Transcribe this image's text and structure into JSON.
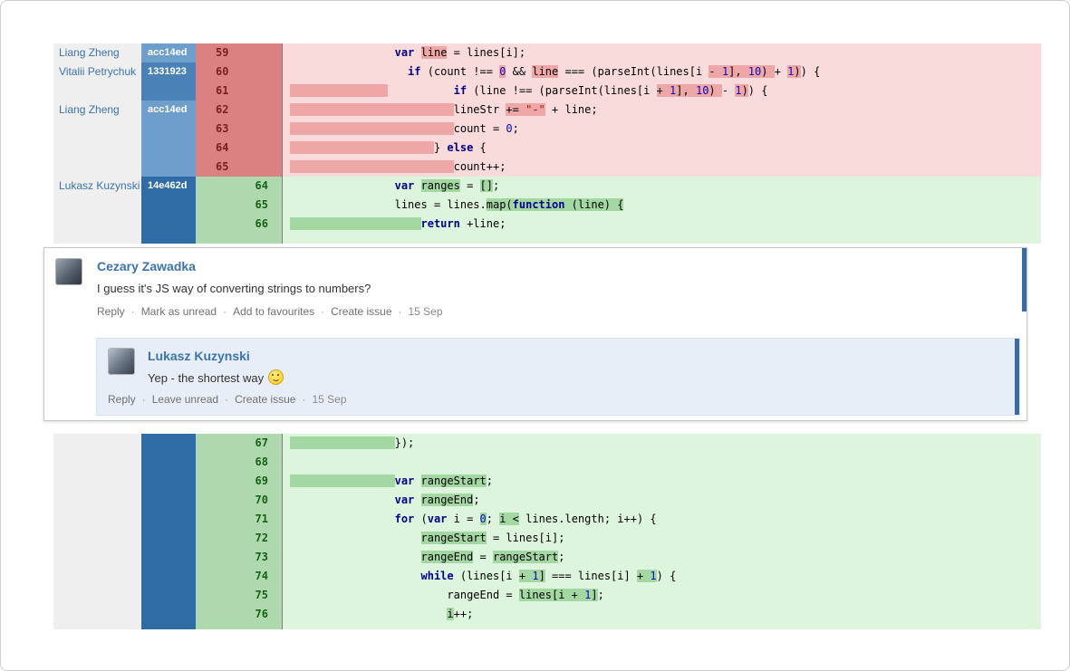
{
  "colors": {
    "removed_bg": "#fadbdb",
    "removed_hl": "#eea6a6",
    "removed_gutter": "#dc8181",
    "removed_num": "#7c1f1f",
    "added_bg": "#ddf4dd",
    "added_hl": "#a3d8a3",
    "added_gutter": "#aed9ae",
    "added_num": "#176117",
    "commit_light": "#6e9ecb",
    "commit_mid": "#4a82b8",
    "commit_dark": "#2f6ca6",
    "author_col_bg": "#efefef",
    "link_blue": "#3b73af",
    "keyword": "#00008b",
    "number": "#0a0ac4",
    "string": "#a31515",
    "unread_indicator": "#336ca6",
    "reply_bg": "#e8eef7"
  },
  "diff": {
    "sections": [
      {
        "rows": [
          {
            "author": "Liang Zheng",
            "commit": "acc14ed",
            "shade": "light",
            "kind": "removed",
            "old": "59",
            "new": "",
            "code": [
              {
                "t": "                "
              },
              {
                "t": "var",
                "c": "kw"
              },
              {
                "t": " "
              },
              {
                "t": "line",
                "c": "hl"
              },
              {
                "t": " = lines[i];"
              }
            ]
          },
          {
            "author": "Vitalii Petrychuk",
            "commit": "1331923",
            "shade": "mid",
            "kind": "removed",
            "old": "60",
            "new": "",
            "code": [
              {
                "t": "                  "
              },
              {
                "t": "if",
                "c": "kw"
              },
              {
                "t": " (count !== "
              },
              {
                "t": "0",
                "c": "num hl"
              },
              {
                "t": " && "
              },
              {
                "t": "line",
                "c": "hl"
              },
              {
                "t": " === (parseInt(lines[i "
              },
              {
                "t": "- ",
                "c": "hl"
              },
              {
                "t": "1",
                "c": "num hl"
              },
              {
                "t": "], ",
                "c": "hl"
              },
              {
                "t": "10",
                "c": "num hl"
              },
              {
                "t": ") ",
                "c": "hl"
              },
              {
                "t": "+ "
              },
              {
                "t": "1",
                "c": "num hl"
              },
              {
                "t": ")",
                "c": "hl"
              },
              {
                "t": ") {"
              }
            ]
          },
          {
            "author": "",
            "commit": "",
            "shade": "mid",
            "kind": "removed",
            "old": "61",
            "new": "",
            "code": [
              {
                "t": "               ",
                "c": "hl"
              },
              {
                "t": "          "
              },
              {
                "t": "if",
                "c": "kw"
              },
              {
                "t": " (line !== (parseInt(lines[i "
              },
              {
                "t": "+ ",
                "c": "hl"
              },
              {
                "t": "1",
                "c": "num hl"
              },
              {
                "t": "], ",
                "c": "hl"
              },
              {
                "t": "10",
                "c": "num hl"
              },
              {
                "t": ") ",
                "c": "hl"
              },
              {
                "t": "- "
              },
              {
                "t": "1",
                "c": "num hl"
              },
              {
                "t": ")",
                "c": "hl"
              },
              {
                "t": ") {"
              }
            ]
          },
          {
            "author": "Liang Zheng",
            "commit": "acc14ed",
            "shade": "light",
            "kind": "removed",
            "old": "62",
            "new": "",
            "code": [
              {
                "t": "                         ",
                "c": "hl"
              },
              {
                "t": "lineStr "
              },
              {
                "t": "+= ",
                "c": "hl"
              },
              {
                "t": "\"-\"",
                "c": "str hl"
              },
              {
                "t": " + line;"
              }
            ]
          },
          {
            "author": "",
            "commit": "",
            "shade": "light",
            "kind": "removed",
            "old": "63",
            "new": "",
            "code": [
              {
                "t": "                         ",
                "c": "hl"
              },
              {
                "t": "count = "
              },
              {
                "t": "0",
                "c": "num"
              },
              {
                "t": ";"
              }
            ]
          },
          {
            "author": "",
            "commit": "",
            "shade": "light",
            "kind": "removed",
            "old": "64",
            "new": "",
            "code": [
              {
                "t": "                      ",
                "c": "hl"
              },
              {
                "t": "} "
              },
              {
                "t": "else",
                "c": "kw"
              },
              {
                "t": " {"
              }
            ]
          },
          {
            "author": "",
            "commit": "",
            "shade": "light",
            "kind": "removed",
            "old": "65",
            "new": "",
            "code": [
              {
                "t": "                         ",
                "c": "hl"
              },
              {
                "t": "count++;"
              }
            ]
          },
          {
            "author": "Lukasz Kuzynski",
            "commit": "14e462d",
            "shade": "dark",
            "kind": "added",
            "old": "",
            "new": "64",
            "code": [
              {
                "t": "                "
              },
              {
                "t": "var",
                "c": "kw"
              },
              {
                "t": " "
              },
              {
                "t": "ranges",
                "c": "hl"
              },
              {
                "t": " = "
              },
              {
                "t": "[]",
                "c": "hl"
              },
              {
                "t": ";"
              }
            ]
          },
          {
            "author": "",
            "commit": "",
            "shade": "dark",
            "kind": "added",
            "old": "",
            "new": "65",
            "code": [
              {
                "t": "                "
              },
              {
                "t": "lines = lines."
              },
              {
                "t": "map(",
                "c": "hl"
              },
              {
                "t": "function",
                "c": "kw hl"
              },
              {
                "t": " (line) {",
                "c": "hl"
              }
            ]
          },
          {
            "author": "",
            "commit": "",
            "shade": "dark",
            "kind": "added",
            "old": "",
            "new": "66",
            "code": [
              {
                "t": "                    ",
                "c": "hl"
              },
              {
                "t": "return",
                "c": "kw"
              },
              {
                "t": " +line;"
              }
            ]
          },
          {
            "author": "",
            "commit": "",
            "shade": "dark",
            "kind": "added",
            "spacer": true,
            "h": 11,
            "old": "",
            "new": "",
            "code": []
          }
        ]
      },
      {
        "rows": [
          {
            "author": "",
            "commit": "",
            "shade": "dark",
            "kind": "added",
            "old": "",
            "new": "67",
            "code": [
              {
                "t": "                ",
                "c": "hl"
              },
              {
                "t": "});"
              }
            ]
          },
          {
            "author": "",
            "commit": "",
            "shade": "dark",
            "kind": "added",
            "old": "",
            "new": "68",
            "code": []
          },
          {
            "author": "",
            "commit": "",
            "shade": "dark",
            "kind": "added",
            "old": "",
            "new": "69",
            "code": [
              {
                "t": "                ",
                "c": "hl"
              },
              {
                "t": "var",
                "c": "kw"
              },
              {
                "t": " "
              },
              {
                "t": "rangeStart",
                "c": "hl"
              },
              {
                "t": ";"
              }
            ]
          },
          {
            "author": "",
            "commit": "",
            "shade": "dark",
            "kind": "added",
            "old": "",
            "new": "70",
            "code": [
              {
                "t": "                "
              },
              {
                "t": "var",
                "c": "kw"
              },
              {
                "t": " "
              },
              {
                "t": "rangeEnd",
                "c": "hl"
              },
              {
                "t": ";"
              }
            ]
          },
          {
            "author": "",
            "commit": "",
            "shade": "dark",
            "kind": "added",
            "old": "",
            "new": "71",
            "code": [
              {
                "t": "                "
              },
              {
                "t": "for",
                "c": "kw"
              },
              {
                "t": " ("
              },
              {
                "t": "var",
                "c": "kw"
              },
              {
                "t": " i = "
              },
              {
                "t": "0",
                "c": "num hl"
              },
              {
                "t": "; "
              },
              {
                "t": "i <",
                "c": "hl"
              },
              {
                "t": " lines.length; i++) {"
              }
            ]
          },
          {
            "author": "",
            "commit": "",
            "shade": "dark",
            "kind": "added",
            "old": "",
            "new": "72",
            "code": [
              {
                "t": "                    "
              },
              {
                "t": "rangeStart",
                "c": "hl"
              },
              {
                "t": " = lines[i];"
              }
            ]
          },
          {
            "author": "",
            "commit": "",
            "shade": "dark",
            "kind": "added",
            "old": "",
            "new": "73",
            "code": [
              {
                "t": "                    "
              },
              {
                "t": "rangeEnd",
                "c": "hl"
              },
              {
                "t": " = "
              },
              {
                "t": "rangeStart",
                "c": "hl"
              },
              {
                "t": ";"
              }
            ]
          },
          {
            "author": "",
            "commit": "",
            "shade": "dark",
            "kind": "added",
            "old": "",
            "new": "74",
            "code": [
              {
                "t": "                    "
              },
              {
                "t": "while",
                "c": "kw"
              },
              {
                "t": " (lines[i "
              },
              {
                "t": "+ ",
                "c": "hl"
              },
              {
                "t": "1",
                "c": "num hl"
              },
              {
                "t": "]",
                "c": "hl"
              },
              {
                "t": " === lines[i] "
              },
              {
                "t": "+ ",
                "c": "hl"
              },
              {
                "t": "1",
                "c": "num hl"
              },
              {
                "t": ") {"
              }
            ]
          },
          {
            "author": "",
            "commit": "",
            "shade": "dark",
            "kind": "added",
            "old": "",
            "new": "75",
            "code": [
              {
                "t": "                        "
              },
              {
                "t": "rangeEnd = "
              },
              {
                "t": "lines[i ",
                "c": "hl"
              },
              {
                "t": "+ ",
                "c": "hl"
              },
              {
                "t": "1",
                "c": "num hl"
              },
              {
                "t": "]",
                "c": "hl"
              },
              {
                "t": ";"
              }
            ]
          },
          {
            "author": "",
            "commit": "",
            "shade": "dark",
            "kind": "added",
            "old": "",
            "new": "76",
            "code": [
              {
                "t": "                        "
              },
              {
                "t": "i",
                "c": "hl"
              },
              {
                "t": "++;"
              }
            ]
          },
          {
            "author": "",
            "commit": "",
            "shade": "dark",
            "kind": "added",
            "spacer": true,
            "h": 6,
            "old": "",
            "new": "",
            "code": []
          }
        ]
      }
    ]
  },
  "comment_thread": {
    "parent": {
      "author": "Cezary Zawadka",
      "body": "I guess it's JS way of converting strings to numbers?",
      "actions": [
        "Reply",
        "Mark as unread",
        "Add to favourites",
        "Create issue"
      ],
      "timestamp": "15 Sep"
    },
    "reply": {
      "author": "Lukasz Kuzynski",
      "body": "Yep - the shortest way",
      "emoticon": "smile",
      "actions": [
        "Reply",
        "Leave unread",
        "Create issue"
      ],
      "timestamp": "15 Sep"
    }
  }
}
